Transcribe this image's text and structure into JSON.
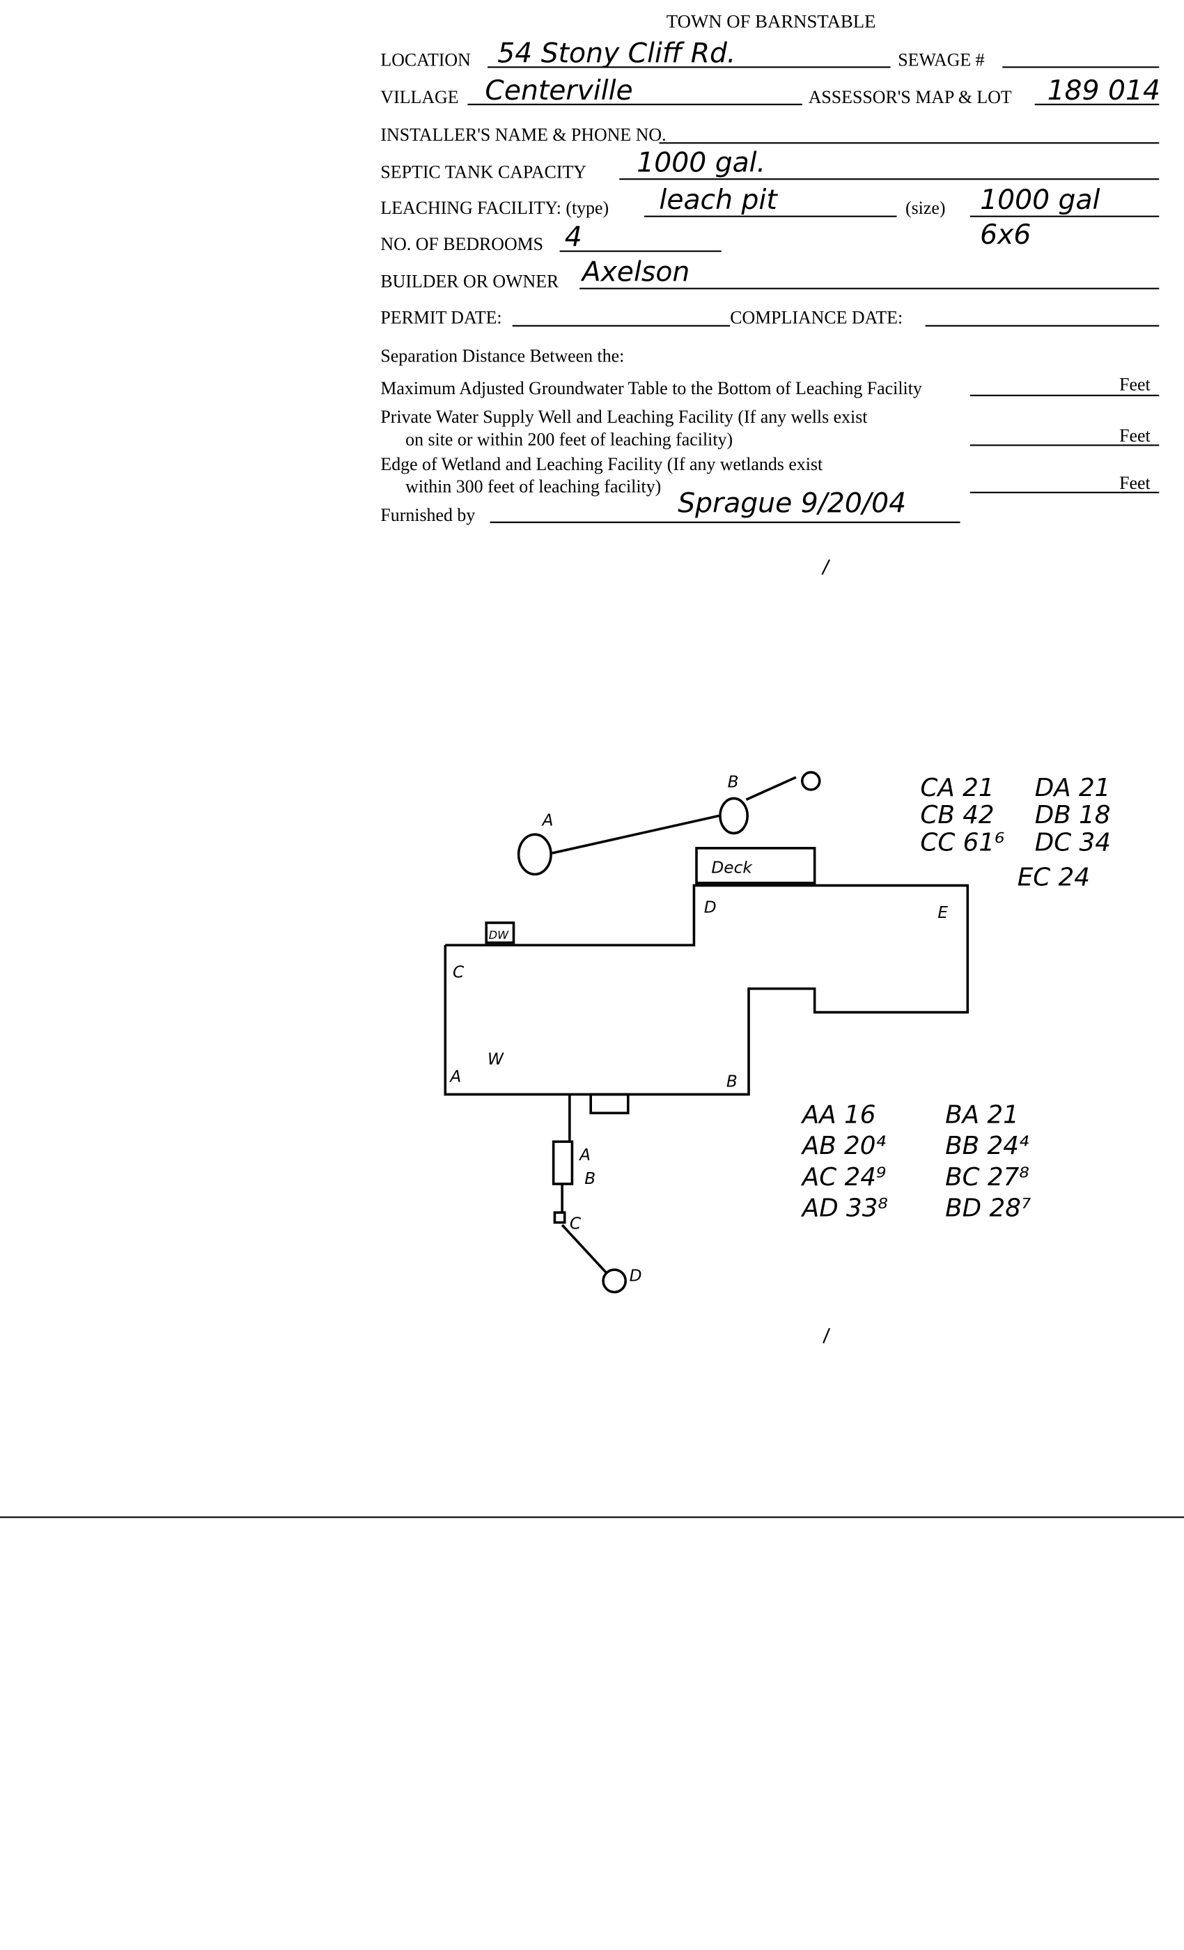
{
  "form": {
    "title": "TOWN OF BARNSTABLE",
    "location_label": "LOCATION",
    "location_value": "54 Stony Cliff Rd.",
    "sewage_label": "SEWAGE #",
    "sewage_value": "",
    "village_label": "VILLAGE",
    "village_value": "Centerville",
    "map_lot_label": "ASSESSOR'S MAP & LOT",
    "map_lot_value": "189 014",
    "installer_label": "INSTALLER'S NAME & PHONE NO.",
    "septic_label": "SEPTIC TANK CAPACITY",
    "septic_value": "1000 gal.",
    "leaching_label": "LEACHING FACILITY: (type)",
    "leaching_type_value": "leach pit",
    "size_label": "(size)",
    "size_value": "1000 gal",
    "size_value_2": "6x6",
    "bedrooms_label": "NO. OF BEDROOMS",
    "bedrooms_value": "4",
    "builder_label": "BUILDER OR OWNER",
    "builder_value": "Axelson",
    "permit_label": "PERMIT DATE:",
    "compliance_label": "COMPLIANCE  DATE:",
    "separation_heading": "Separation Distance Between the:",
    "sep1": "Maximum Adjusted Groundwater Table to the Bottom of Leaching Facility",
    "sep2a": "Private Water Supply Well and Leaching Facility  (If any wells exist",
    "sep2b": "on site or within 200 feet of leaching facility)",
    "sep3a": "Edge of Wetland and Leaching Facility (If any wetlands exist",
    "sep3b": "within 300 feet of leaching facility)",
    "feet": "Feet",
    "furnished_label": "Furnished by",
    "furnished_value": "Sprague 9/20/04"
  },
  "sketch": {
    "labels": {
      "a": "A",
      "b": "B",
      "c": "C",
      "d": "D",
      "e": "E",
      "w": "W",
      "deck": "Deck",
      "dw": "DW"
    },
    "measurements_right": [
      [
        "CA 21",
        "DA 21"
      ],
      [
        "CB 42",
        "DB 18"
      ],
      [
        "CC 61⁶",
        "DC 34"
      ],
      [
        "",
        "EC 24"
      ]
    ],
    "measurements_bottom": [
      [
        "AA 16",
        "BA 21"
      ],
      [
        "AB 20⁴",
        "BB 24⁴"
      ],
      [
        "AC 24⁹",
        "BC 27⁸"
      ],
      [
        "AD 33⁸",
        "BD 28⁷"
      ]
    ]
  }
}
